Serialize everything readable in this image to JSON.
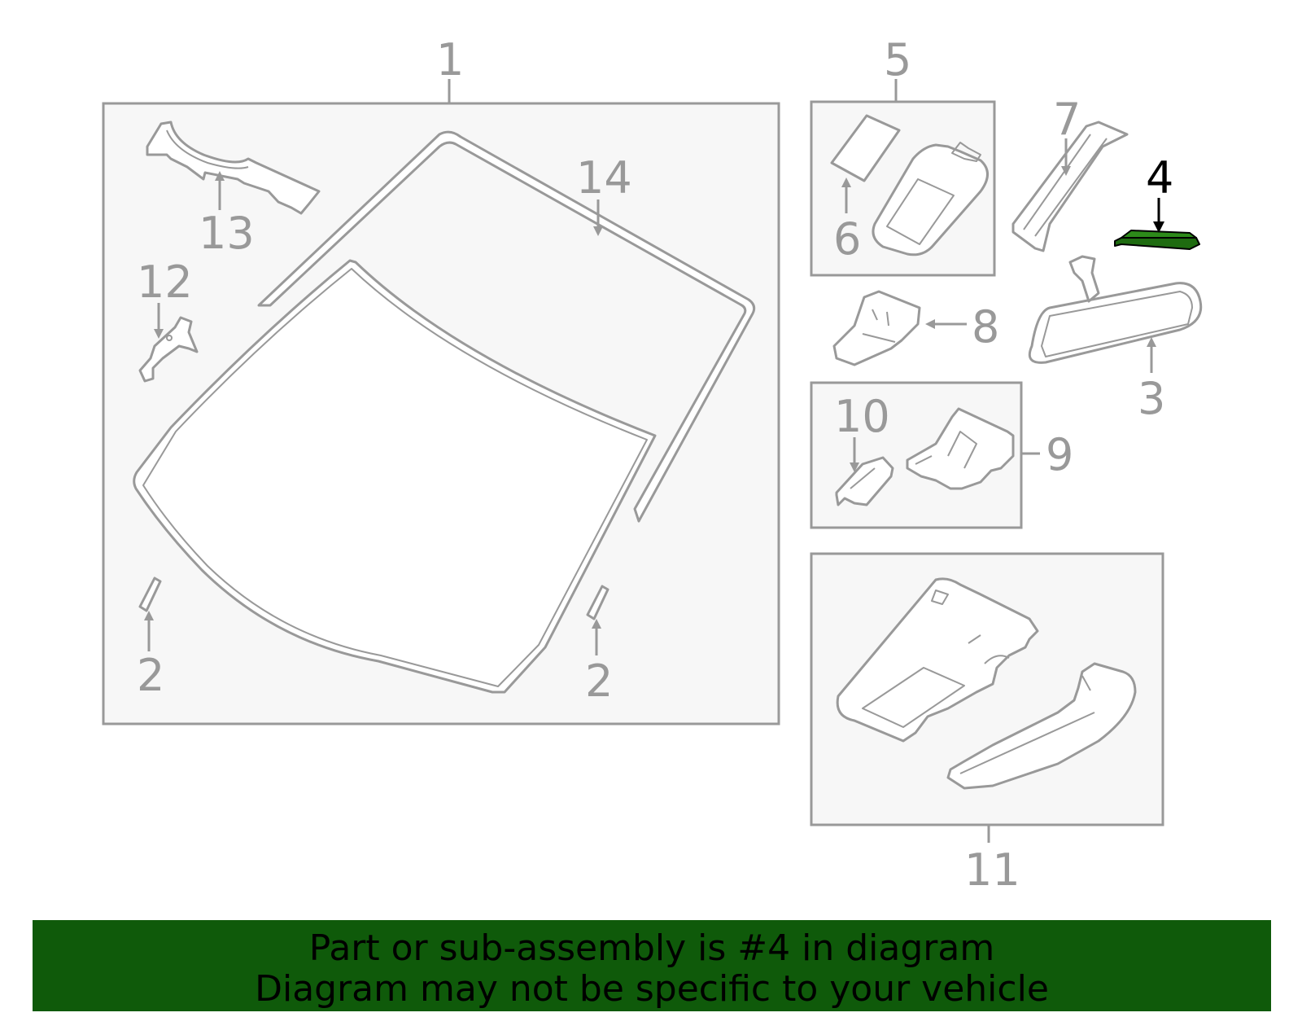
{
  "callouts": {
    "c1": "1",
    "c2a": "2",
    "c2b": "2",
    "c3": "3",
    "c4": "4",
    "c5": "5",
    "c6": "6",
    "c7": "7",
    "c8": "8",
    "c9": "9",
    "c10": "10",
    "c11": "11",
    "c12": "12",
    "c13": "13",
    "c14": "14"
  },
  "highlighted_part": "4",
  "colors": {
    "highlight": "#1e6b10",
    "banner": "#0f5a0a",
    "line": "#999999"
  },
  "banner": {
    "line1": "Part or sub-assembly is #4 in diagram",
    "line2": "Diagram may not be specific to your vehicle"
  }
}
